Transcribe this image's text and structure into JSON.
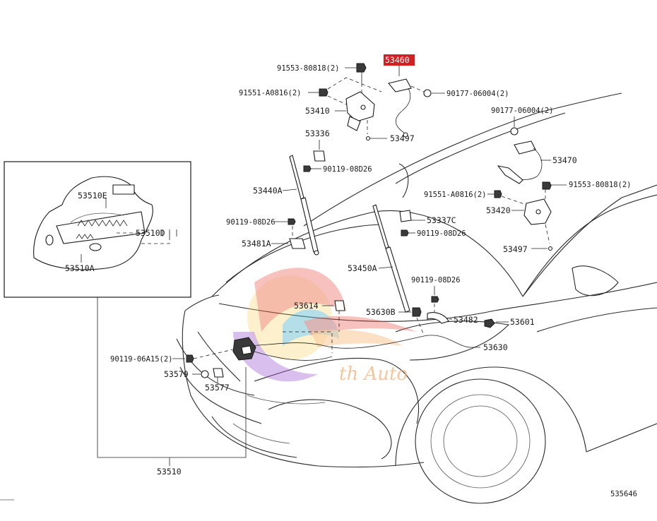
{
  "highlight_color": "#d42020",
  "parts": {
    "p53460": "53460",
    "p91553_top": "91553-80818(2)",
    "p91551_top": "91551-A0816(2)",
    "p90177_a": "90177-06004(2)",
    "p53410": "53410",
    "p53497_a": "53497",
    "p90177_b": "90177-06004(2)",
    "p53336": "53336",
    "p90119_08D26_a": "90119-08D26",
    "p53470": "53470",
    "p53440A": "53440A",
    "p91551_right": "91551-A0816(2)",
    "p91553_right": "91553-80818(2)",
    "p53420": "53420",
    "p53337C": "53337C",
    "p90119_08D26_b": "90119-08D26",
    "p90119_08D26_c": "90119-08D26",
    "p53497_b": "53497",
    "p53481A": "53481A",
    "p53450A": "53450A",
    "p90119_08D26_d": "90119-08D26",
    "p53614": "53614",
    "p53630B": "53630B",
    "p53482": "53482",
    "p53601": "53601",
    "p53630": "53630",
    "p90119_06A15": "90119-06A15(2)",
    "p53579": "53579",
    "p53577": "53577",
    "p53510": "53510",
    "p53510E": "53510E",
    "p53510D": "53510D",
    "p53510A": "53510A"
  },
  "diagram_code": "535646",
  "watermark": {
    "text": "th Auto",
    "colors": [
      "#f7c94a",
      "#e8463a",
      "#9b59d0",
      "#3fb6e8",
      "#f5a04a"
    ]
  }
}
